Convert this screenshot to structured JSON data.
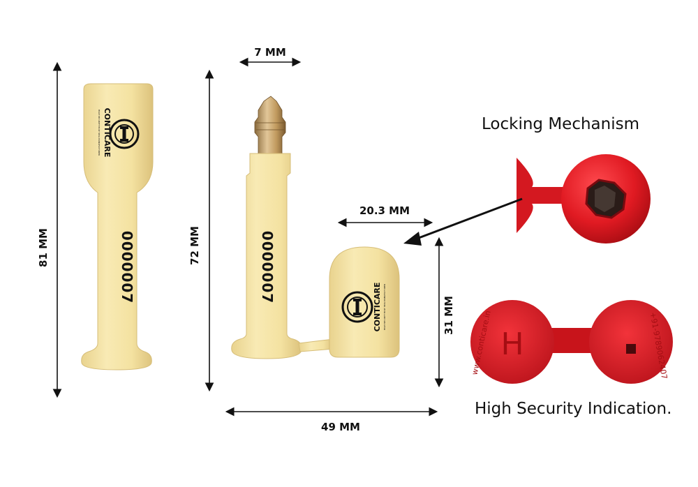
{
  "dimensions": {
    "height_total": "81 MM",
    "height_bolt": "72 MM",
    "pin_width": "7 MM",
    "cap_width": "20.3 MM",
    "cap_height": "31 MM",
    "total_width": "49 MM"
  },
  "seal": {
    "serial_number": "0000007",
    "brand": "CONTICARE",
    "brand_tagline": "HIGH SECURITY BOLT SEAL MANUFACTURER",
    "body_color": "#f5e3a4",
    "pin_color": "#c9a56a"
  },
  "locking": {
    "caption": "Locking Mechanism",
    "color": "#e01a22"
  },
  "indication": {
    "caption": "High Security Indication.",
    "letter": "H",
    "website": "www.conticare.in",
    "phone": "+91-9789062407",
    "color": "#e01a22"
  }
}
